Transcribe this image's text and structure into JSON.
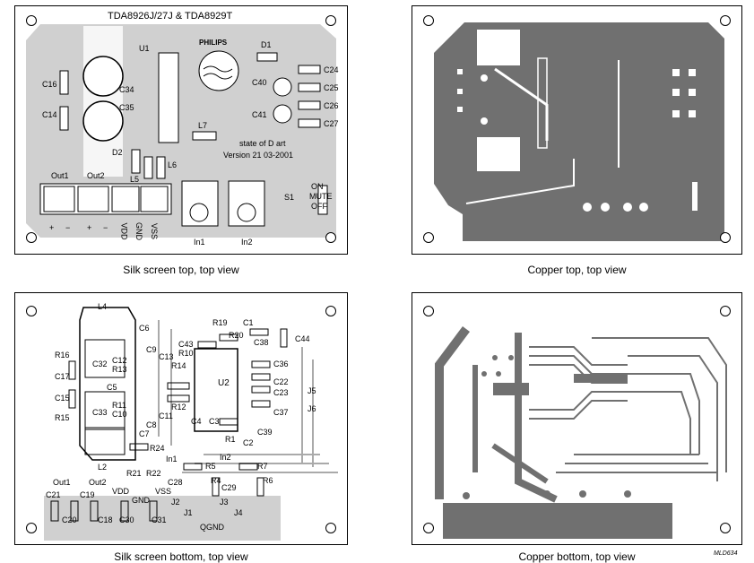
{
  "captions": {
    "silk_top": "Silk screen top,  top view",
    "copper_top": "Copper top,  top view",
    "silk_bottom": "Silk screen bottom,  top view",
    "copper_bottom": "Copper bottom,  top view"
  },
  "reference": "MLD634",
  "silk_top": {
    "title": "TDA8926J/27J  &  TDA8929T",
    "brand": "PHILIPS",
    "note_line1": "state of D art",
    "note_line2": "Version 21     03-2001",
    "switch_label": "S1",
    "switch_on": "ON",
    "switch_mute": "MUTE",
    "switch_off": "OFF",
    "out1": "Out1",
    "out2": "Out2",
    "vdd": "VDD",
    "gnd": "GND",
    "vss": "VSS",
    "in1": "In1",
    "in2": "In2",
    "plus1": "+",
    "minus1": "−",
    "plus2": "+",
    "minus2": "−",
    "components": {
      "c16": "C16",
      "c14": "C14",
      "c34": "C34",
      "c35": "C35",
      "u1": "U1",
      "d1": "D1",
      "d2": "D2",
      "c24": "C24",
      "c25": "C25",
      "c26": "C26",
      "c27": "C27",
      "c40": "C40",
      "c41": "C41",
      "l7": "L7",
      "l5": "L5",
      "l6": "L6"
    }
  },
  "silk_bottom": {
    "labels": {
      "l4": "L4",
      "l2": "L2",
      "c6": "C6",
      "r19": "R19",
      "c1": "C1",
      "c44": "C44",
      "r16": "R16",
      "c17": "C17",
      "c15": "C15",
      "r15": "R15",
      "c32": "C32",
      "c12": "C12",
      "r13": "R13",
      "c9": "C9",
      "c13": "C13",
      "r14": "R14",
      "c5": "C5",
      "c33": "C33",
      "r11": "R11",
      "c10": "C10",
      "r12": "R12",
      "c11": "C11",
      "c8": "C8",
      "c7": "C7",
      "r24": "R24",
      "c43": "C43",
      "r10": "R10",
      "r20": "R20",
      "c38": "C38",
      "u2": "U2",
      "c36": "C36",
      "c22": "C22",
      "c23": "C23",
      "c37": "C37",
      "c39": "C39",
      "c4": "C4",
      "c3": "C3",
      "r1": "R1",
      "c2": "C2",
      "j5": "J5",
      "j6": "J6",
      "in1": "In1",
      "in2": "In2",
      "r5": "R5",
      "r7": "R7",
      "r21": "R21",
      "r22": "R22",
      "c28": "C28",
      "r4": "R4",
      "r6": "R6",
      "c29": "C29",
      "out1": "Out1",
      "out2": "Out2",
      "vdd": "VDD",
      "vss": "VSS",
      "gnd": "GND",
      "c21": "C21",
      "c19": "C19",
      "c20": "C20",
      "c18": "C18",
      "c30": "C30",
      "c31": "C31",
      "j2": "J2",
      "j1": "J1",
      "j3": "J3",
      "j4": "J4",
      "qgnd": "QGND"
    }
  }
}
